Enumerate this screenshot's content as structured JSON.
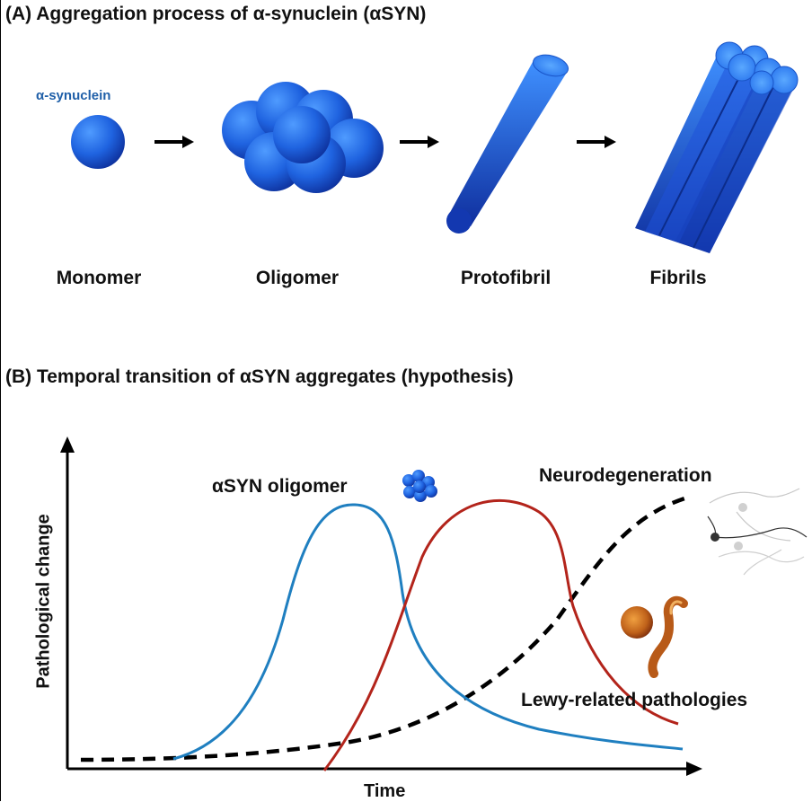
{
  "panel_a": {
    "heading": "(A) Aggregation process of α-synuclein (αSYN)",
    "monomer_caption": "α-synuclein",
    "stages": [
      "Monomer",
      "Oligomer",
      "Protofibril",
      "Fibrils"
    ]
  },
  "panel_b": {
    "heading": "(B) Temporal transition of αSYN aggregates (hypothesis)",
    "y_axis_label": "Pathological change",
    "x_axis_label": "Time",
    "labels": {
      "oligomer": "αSYN oligomer",
      "neurodegeneration": "Neurodegeneration",
      "lewy": "Lewy-related pathologies"
    }
  },
  "colors": {
    "sphere_blue": "#1a5fd6",
    "oligomer_curve": "#1f7fc0",
    "lewy_curve": "#b3241b",
    "neuro_curve": "#000000",
    "lewy_body": "#c0621a"
  }
}
